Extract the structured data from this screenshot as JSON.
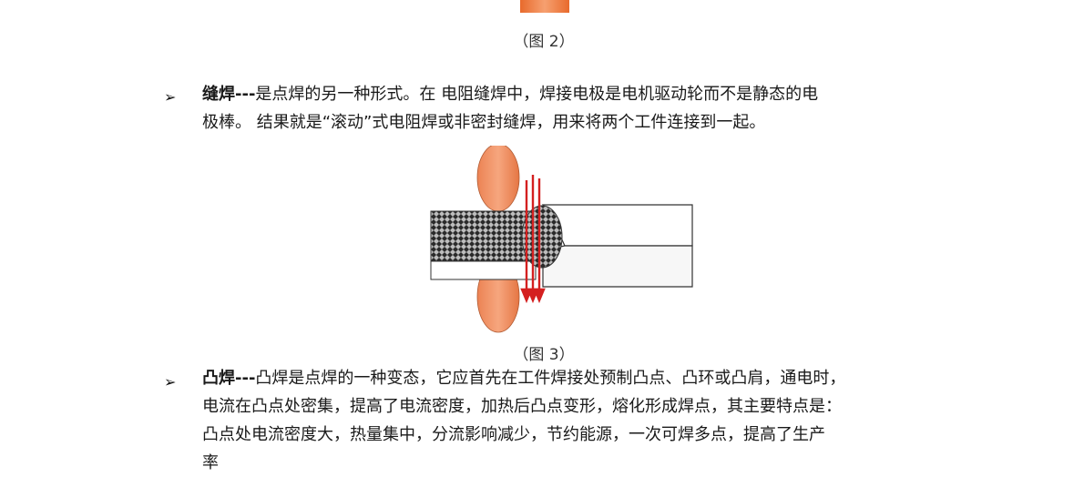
{
  "captions": {
    "fig2": "（图 2）",
    "fig3": "（图 3）"
  },
  "seam_weld": {
    "bullet": "➢",
    "term": "缝焊---",
    "line1_rest": "是点焊的另一种形式。在  电阻缝焊中，焊接电极是电机驱动轮而不是静态的电",
    "line2": "极棒。  结果就是“滚动”式电阻焊或非密封缝焊，用来将两个工件连接到一起。"
  },
  "projection_weld": {
    "bullet": "➢",
    "term": "凸焊---",
    "line1_rest": "凸焊是点焊的一种变态，它应首先在工件焊接处预制凸点、凸环或凸肩，通电时，",
    "line2": "电流在凸点处密集，提高了电流密度，加热后凸点变形，熔化形成焊点，其主要特点是：",
    "line3": "凸点处电流密度大，热量集中，分流影响减少，节约能源，一次可焊多点，提高了生产",
    "line4": "率"
  },
  "colors": {
    "electrode": "#f0956a",
    "current_arrow": "#d42020",
    "workpiece_fill": "#ffffff",
    "workpiece_stroke": "#333333"
  }
}
